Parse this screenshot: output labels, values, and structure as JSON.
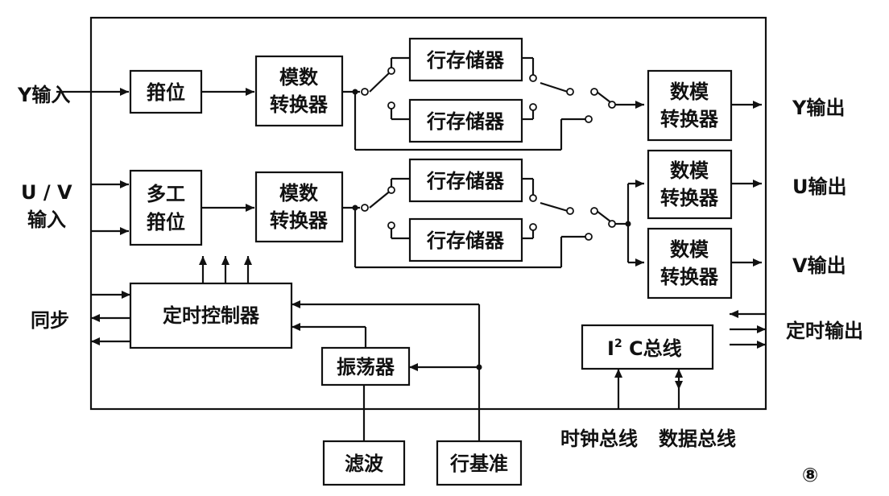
{
  "blocks": {
    "y_clamp": "箝位",
    "adc_line1": "模数",
    "adc_line2": "转换器",
    "line_memory": "行存储器",
    "dac_line1": "数模",
    "dac_line2": "转换器",
    "mux_clamp_line1": "多工",
    "mux_clamp_line2": "箝位",
    "timing_controller": "定时控制器",
    "oscillator": "振荡器",
    "i2c_prefix": "I",
    "i2c_superscript": "2",
    "i2c_suffix": " C总线",
    "filter": "滤波",
    "line_reference": "行基准"
  },
  "signals": {
    "y_input": "Y输入",
    "uv_input_line1": "U / V",
    "uv_input_line2": "输入",
    "sync": "同步",
    "y_output": "Y输出",
    "u_output": "U输出",
    "v_output": "V输出",
    "timing_output": "定时输出",
    "clock_bus": "时钟总线",
    "data_bus": "数据总线"
  },
  "figure_number": "⑧"
}
